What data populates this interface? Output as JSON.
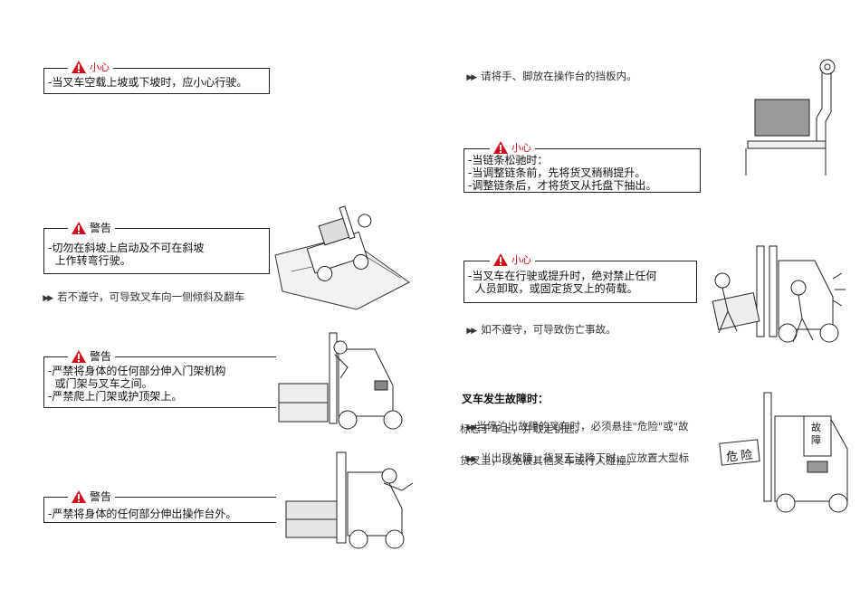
{
  "left": {
    "caution1": {
      "heading": "小心",
      "lines": [
        "-当叉车空载上坡或下坡时，应小心行驶。"
      ]
    },
    "warning1": {
      "heading": "警告",
      "lines": [
        "-切勿在斜坡上启动及不可在斜坡",
        "  上作转弯行驶。"
      ],
      "note": "若不遵守，可导致叉车向一侧倾斜及翻车"
    },
    "warning2": {
      "heading": "警告",
      "lines": [
        "-严禁将身体的任何部分伸入门架机构",
        "  或门架与叉车之间。",
        "-严禁爬上门架或护顶架上。"
      ]
    },
    "warning3": {
      "heading": "警告",
      "lines": [
        "-严禁将身体的任何部分伸出操作台外。"
      ]
    }
  },
  "right": {
    "tip1": "请将手、脚放在操作台的挡板内。",
    "caution2": {
      "heading": "小心",
      "lines": [
        "-当链条松驰时：",
        "-当调整链条前，先将货叉稍稍提升。",
        "-调整链条后，才将货叉从托盘下抽出。"
      ]
    },
    "caution3": {
      "heading": "小心",
      "lines": [
        "-当叉车在行驶或提升时，绝对禁止任何",
        "  人员卸取，或固定货叉上的荷载。"
      ],
      "note": "如不遵守，可导致伤亡事故。"
    },
    "fault": {
      "title": "叉车发生故障时：",
      "item1_a": "当停泊出故障的叉车时，必须悬挂\"危险\"或\"故",
      "item1_b": "标志于车上，并取走钥匙。",
      "item2_a": "当出现故障，货叉无法降下时，应放置大型标",
      "item2_b": "货叉上，以免被其他叉车或行人碰撞。",
      "sign_danger": "危险",
      "sign_fault": "故障"
    }
  },
  "colors": {
    "warning_red": "#d0101a",
    "line": "#222222"
  }
}
